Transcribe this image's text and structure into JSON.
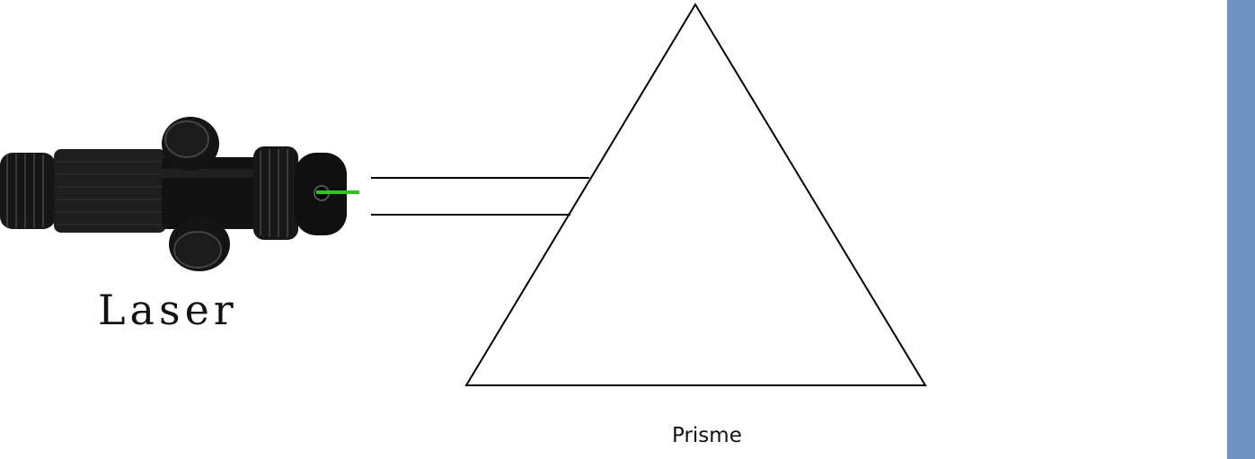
{
  "labels": {
    "laser": "Laser",
    "prism": "Prisme"
  },
  "icons": {
    "laser": "laser-pointer-icon",
    "prism": "triangle-prism"
  },
  "colors": {
    "background": "#ffffff",
    "side_bar": "#6f93c0",
    "laser_beam": "#22cc22",
    "outline": "#000000",
    "laser_body": "#111111"
  }
}
